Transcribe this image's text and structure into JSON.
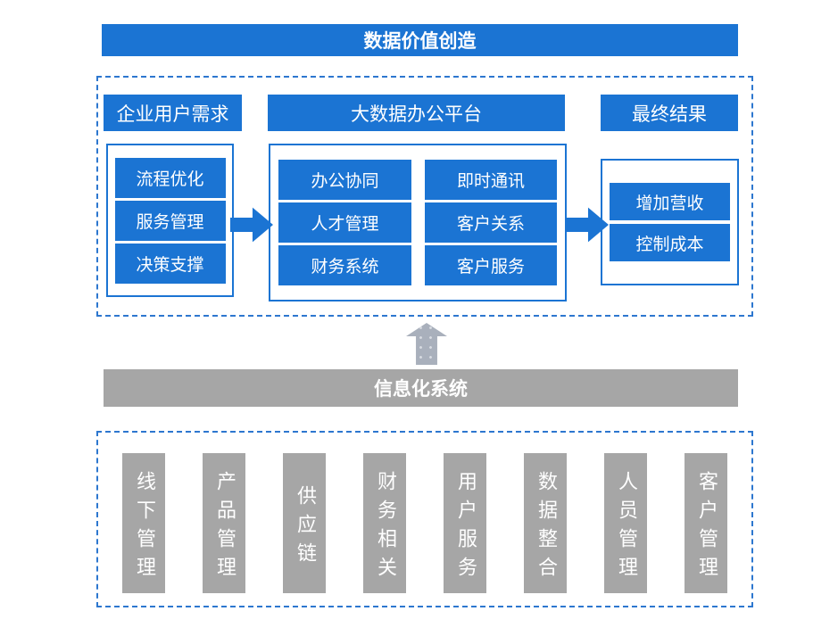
{
  "top_banner": {
    "label": "数据价值创造"
  },
  "flow": {
    "left": {
      "header": "企业用户需求",
      "items": [
        "流程优化",
        "服务管理",
        "决策支撑"
      ]
    },
    "middle": {
      "header": "大数据办公平台",
      "items": [
        "办公协同",
        "即时通讯",
        "人才管理",
        "客户关系",
        "财务系统",
        "客户服务"
      ]
    },
    "right": {
      "header": "最终结果",
      "items": [
        "增加营收",
        "控制成本"
      ]
    }
  },
  "system_banner": {
    "label": "信息化系统"
  },
  "pillars": [
    "线下管理",
    "产品管理",
    "供应链",
    "财务相关",
    "用户服务",
    "数据整合",
    "人员管理",
    "客户管理"
  ],
  "colors": {
    "blue": "#1b74d3",
    "gray": "#a6a6a6",
    "dash": "#2d77cf",
    "arrowgray": "#a9b0bc",
    "dot": "#d6dae0"
  }
}
